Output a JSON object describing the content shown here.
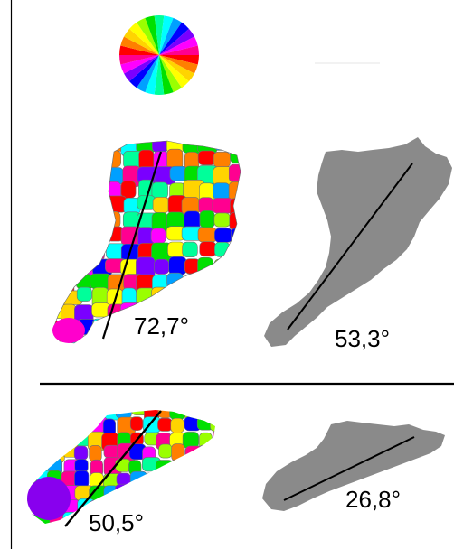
{
  "angles": {
    "top_left": "72,7°",
    "top_right": "53,3°",
    "bottom_left": "50,5°",
    "bottom_right": "26,8°"
  },
  "colors": {
    "gray_shape": "#8a8a8a",
    "line": "#000000",
    "background": "#ffffff",
    "segment_palette": [
      "#ff0000",
      "#ff7f00",
      "#ffd400",
      "#ffff00",
      "#9aff00",
      "#00e000",
      "#00ff9a",
      "#00ffff",
      "#00a0ff",
      "#0000ff",
      "#7a00ff",
      "#ff00ff",
      "#ff0090"
    ]
  }
}
